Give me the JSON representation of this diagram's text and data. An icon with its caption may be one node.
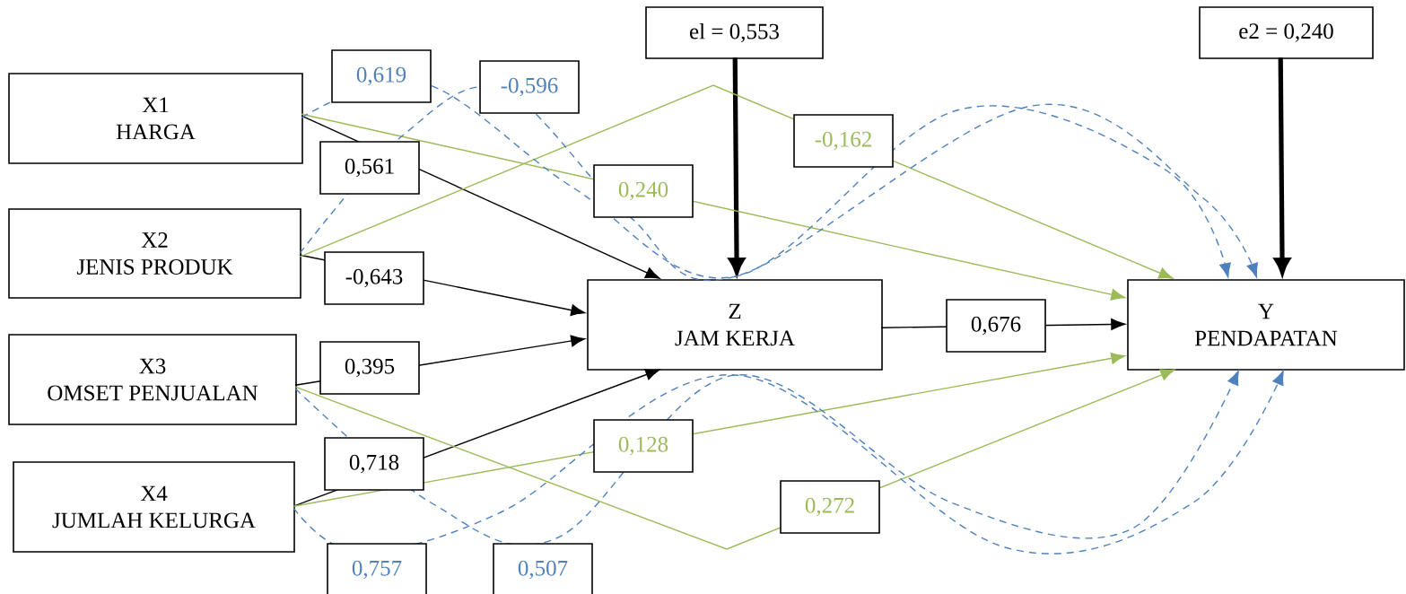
{
  "diagram": {
    "nodes": [
      {
        "text": [
          "X1",
          "HARGA"
        ]
      },
      {
        "text": [
          "X2",
          "JENIS PRODUK"
        ]
      },
      {
        "text": [
          "X3",
          "OMSET PENJUALAN"
        ]
      },
      {
        "text": [
          "X4",
          "JUMLAH KELURGA"
        ]
      },
      {
        "text": [
          "Z",
          "JAM KERJA"
        ]
      },
      {
        "text": [
          "Y",
          "PENDAPATAN"
        ]
      },
      {
        "text": [
          "el = 0,553"
        ]
      },
      {
        "text": [
          "e2 = 0,240"
        ]
      }
    ],
    "edges": [
      {
        "from": 0,
        "to": 4,
        "arrow": "to",
        "label": "0,561"
      },
      {
        "from": 1,
        "to": 4,
        "arrow": "to",
        "label": "-0,643"
      },
      {
        "from": 2,
        "to": 4,
        "arrow": "to",
        "label": "0,395"
      },
      {
        "from": 3,
        "to": 4,
        "arrow": "to",
        "label": "0,718"
      },
      {
        "from": 4,
        "to": 5,
        "arrow": "to",
        "label": "0,676"
      },
      {
        "from": 6,
        "to": 4,
        "arrow": "to",
        "style": "thick"
      },
      {
        "from": 7,
        "to": 5,
        "arrow": "to",
        "style": "thick"
      },
      {
        "from": 0,
        "to": 5,
        "arrow": "to",
        "label": "0,240",
        "color": "#9bbb59"
      },
      {
        "from": 1,
        "to": 5,
        "arrow": "to",
        "label": "-0,162",
        "color": "#9bbb59"
      },
      {
        "from": 2,
        "to": 5,
        "arrow": "to",
        "label": "0,272",
        "color": "#9bbb59"
      },
      {
        "from": 3,
        "to": 5,
        "arrow": "to",
        "label": "0,128",
        "color": "#9bbb59"
      },
      {
        "from": 0,
        "to": 5,
        "arrow": "to",
        "label": "0,619",
        "style": "dashed",
        "color": "#4f81bd"
      },
      {
        "from": 1,
        "to": 5,
        "arrow": "to",
        "label": "-0,596",
        "style": "dashed",
        "color": "#4f81bd"
      },
      {
        "from": 2,
        "to": 5,
        "arrow": "to",
        "label": "0,507",
        "style": "dashed",
        "color": "#4f81bd"
      },
      {
        "from": 3,
        "to": 5,
        "arrow": "to",
        "label": "0,757",
        "style": "dashed",
        "color": "#4f81bd"
      }
    ]
  }
}
